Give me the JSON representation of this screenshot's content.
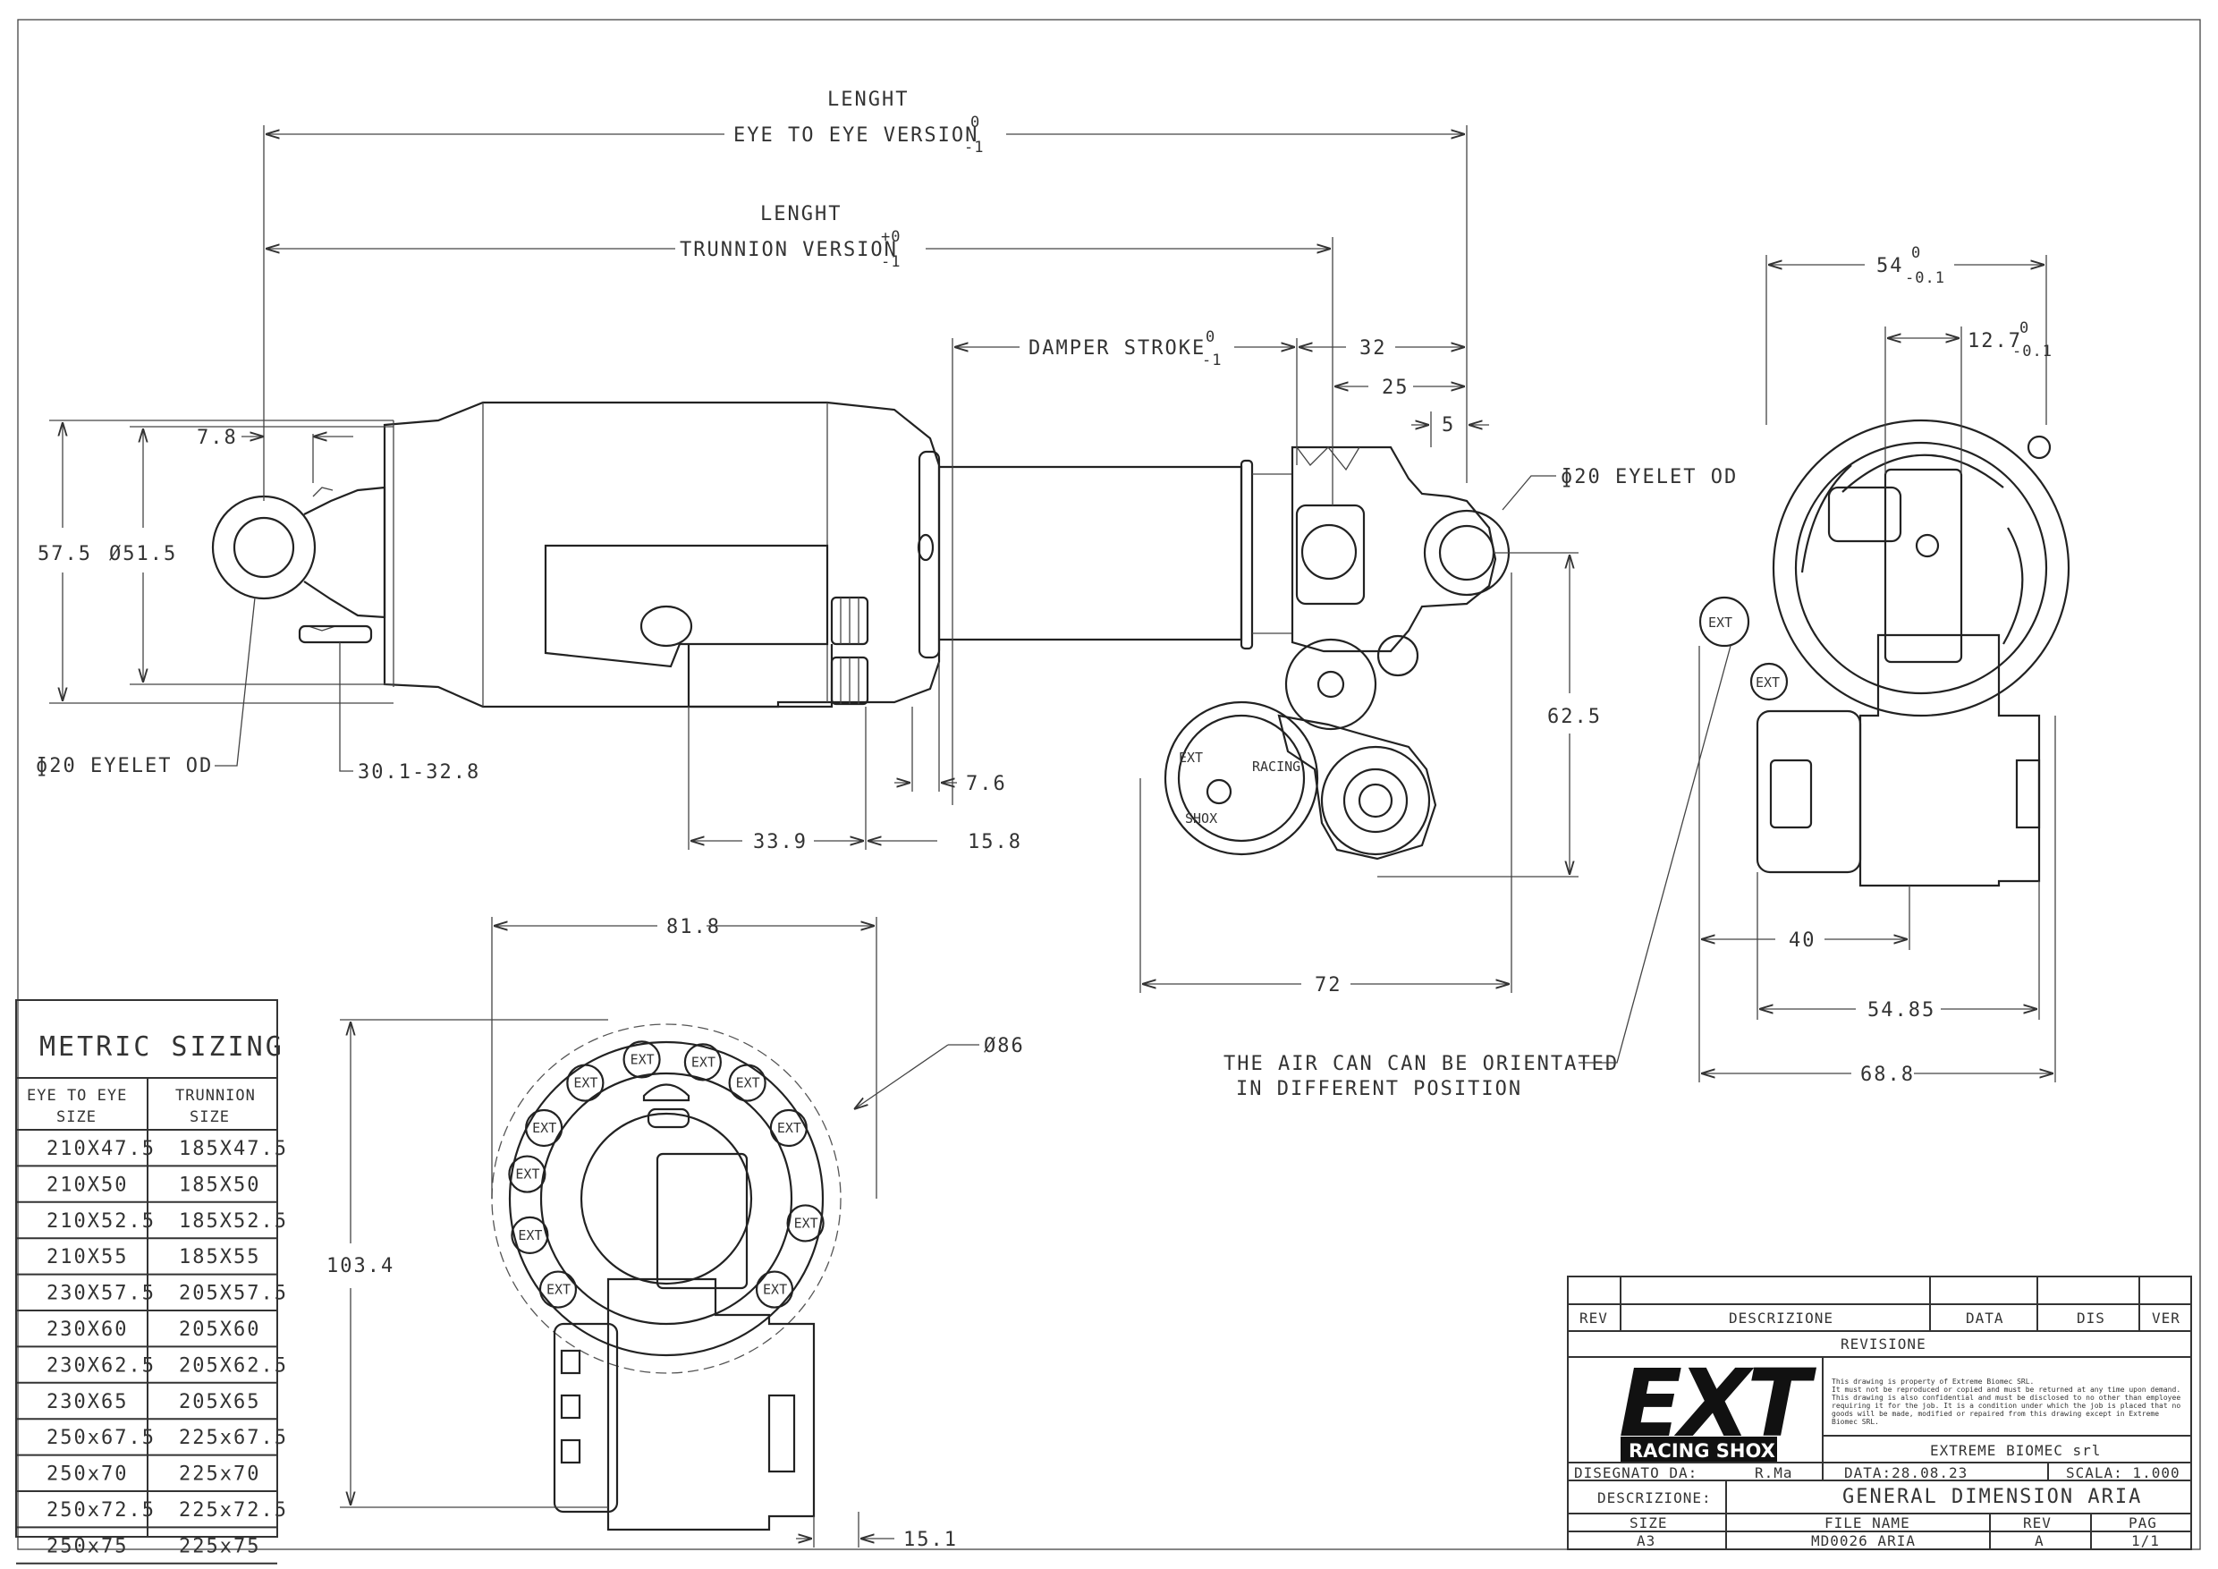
{
  "dimensions": {
    "length_label": "LENGHT",
    "eye_version": "EYE TO EYE VERSION",
    "eye_tol_upper": "0",
    "eye_tol_lower": "-1",
    "trunnion_version": "TRUNNION VERSION",
    "trunnion_tol_upper": "+0",
    "trunnion_tol_lower": "-1",
    "damper_stroke": "DAMPER STROKE",
    "stroke_tol_upper": "0",
    "stroke_tol_lower": "-1",
    "d32": "32",
    "d25": "25",
    "d5": "5",
    "d7_8": "7.8",
    "d57_5": "57.5",
    "d51_5": "Ø51.5",
    "eyelet_od_right": "ɸ20 EYELET OD",
    "eyelet_od_left": "ɸ20 EYELET OD",
    "d30_1": "30.1-32.8",
    "d7_6": "7.6",
    "d33_9": "33.9",
    "d15_8": "15.8",
    "d62_5": "62.5",
    "d72": "72",
    "d54": "54",
    "d54_tol_upper": "0",
    "d54_tol_lower": "-0.1",
    "d12_7": "12.7",
    "d12_7_tol_upper": "0",
    "d12_7_tol_lower": "-0.1",
    "d40": "40",
    "d54_85": "54.85",
    "d68_8": "68.8",
    "d81_8": "81.8",
    "d86": "Ø86",
    "d103_4": "103.4",
    "d15_1": "15.1",
    "air_can_note_1": "THE AIR CAN CAN BE ORIENTATED",
    "air_can_note_2": "IN DIFFERENT POSITION"
  },
  "part_marks": {
    "ext": "EXT",
    "racing": "RACING",
    "shox": "SHOX"
  },
  "sizing_table": {
    "title": "METRIC SIZING",
    "col1": [
      "EYE TO EYE",
      "SIZE"
    ],
    "col2": [
      "TRUNNION",
      "SIZE"
    ],
    "rows": [
      [
        "210X47.5",
        "185X47.5"
      ],
      [
        "210X50",
        "185X50"
      ],
      [
        "210X52.5",
        "185X52.5"
      ],
      [
        "210X55",
        "185X55"
      ],
      [
        "230X57.5",
        "205X57.5"
      ],
      [
        "230X60",
        "205X60"
      ],
      [
        "230X62.5",
        "205X62.5"
      ],
      [
        "230X65",
        "205X65"
      ],
      [
        "250x67.5",
        "225x67.5"
      ],
      [
        "250x70",
        "225x70"
      ],
      [
        "250x72.5",
        "225x72.5"
      ],
      [
        "250x75",
        "225x75"
      ]
    ]
  },
  "title_block": {
    "rev": "REV",
    "descrizione_h": "DESCRIZIONE",
    "data_h": "DATA",
    "dis_h": "DIS",
    "ver_h": "VER",
    "revisione": "REVISIONE",
    "logo_main": "EXT",
    "logo_sub": "RACING SHOX",
    "legal": [
      "This drawing is property of Extreme Biomec SRL.",
      "It must not be reproduced or copied and must be returned at any time upon demand.",
      "This drawing is also confidential and must be disclosed to no other than employee",
      "requiring it for the job. It is a condition under which the job is placed that no",
      "goods will be made, modified or repaired from this drawing except in Extreme",
      "Biomec SRL."
    ],
    "company": "EXTREME BIOMEC srl",
    "disegnato_label": "DISEGNATO DA:",
    "disegnato_val": "R.Ma",
    "data_val": "DATA:28.08.23",
    "scala_val": "SCALA: 1.000",
    "descr_label": "DESCRIZIONE:",
    "descr_val": "GENERAL DIMENSION ARIA",
    "size_h": "SIZE",
    "file_h": "FILE NAME",
    "rev_h2": "REV",
    "pag_h": "PAG",
    "size_val": "A3",
    "file_val": "MD0026_ARIA",
    "rev_val": "A",
    "pag_val": "1/1"
  }
}
